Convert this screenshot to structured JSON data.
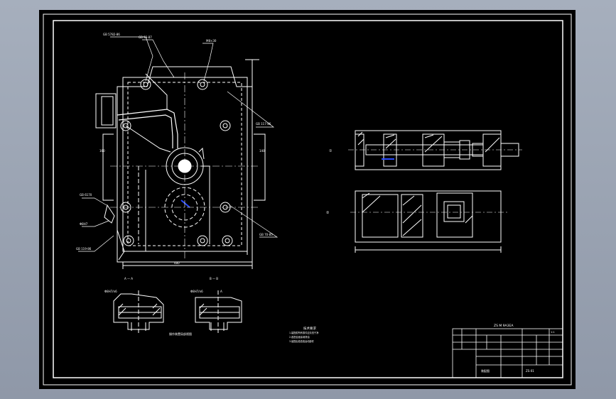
{
  "drawing": {
    "title_block_title": "ZS M 9A3EA",
    "tech_req_heading": "技术要求",
    "tech_req_lines": [
      "1.装配前所有零件应清洗干净",
      "2.各配合面涂润滑油",
      "3.装配后检查各运动部件"
    ],
    "section_label_a": "A — A",
    "section_label_b": "B — B",
    "detail_caption": "操作装置局部视图",
    "sheet_no": "1:1",
    "drawing_no": "ZS-01",
    "company": "装配图",
    "dim_left": "160",
    "dim_right": "140",
    "dim_bottom": "480"
  },
  "colors": {
    "line": "#ffffff",
    "center": "#ffffff",
    "accent_blue": "#2a4bff",
    "sheet": "#000000",
    "background": "#9aa3b1"
  }
}
